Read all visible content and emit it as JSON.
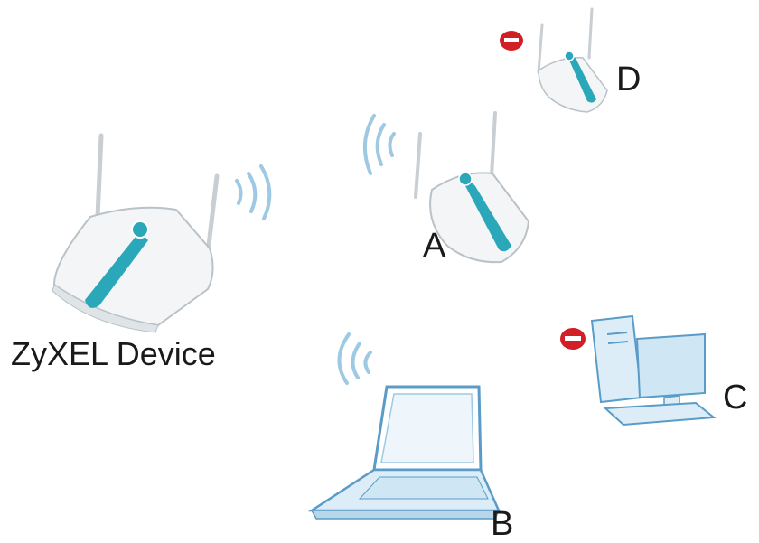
{
  "labels": {
    "zyxel": "ZyXEL Device",
    "a": "A",
    "b": "B",
    "c": "C",
    "d": "D"
  },
  "icons": {
    "zyxel_device": "wireless-access-point-icon",
    "device_a": "wireless-access-point-icon",
    "device_d": "wireless-access-point-icon",
    "device_b": "laptop-icon",
    "device_c": "desktop-computer-icon",
    "blocked": "blocked-sign-icon",
    "signal": "wifi-signal-icon"
  },
  "colors": {
    "device_body": "#f3f5f6",
    "device_outline": "#b9c2c8",
    "accent_teal": "#2aa7b8",
    "screen_blue": "#cfe6f4",
    "computer_outline": "#5a9cc7",
    "signal_blue": "#9ec9e2",
    "blocked_red": "#d21f26"
  }
}
